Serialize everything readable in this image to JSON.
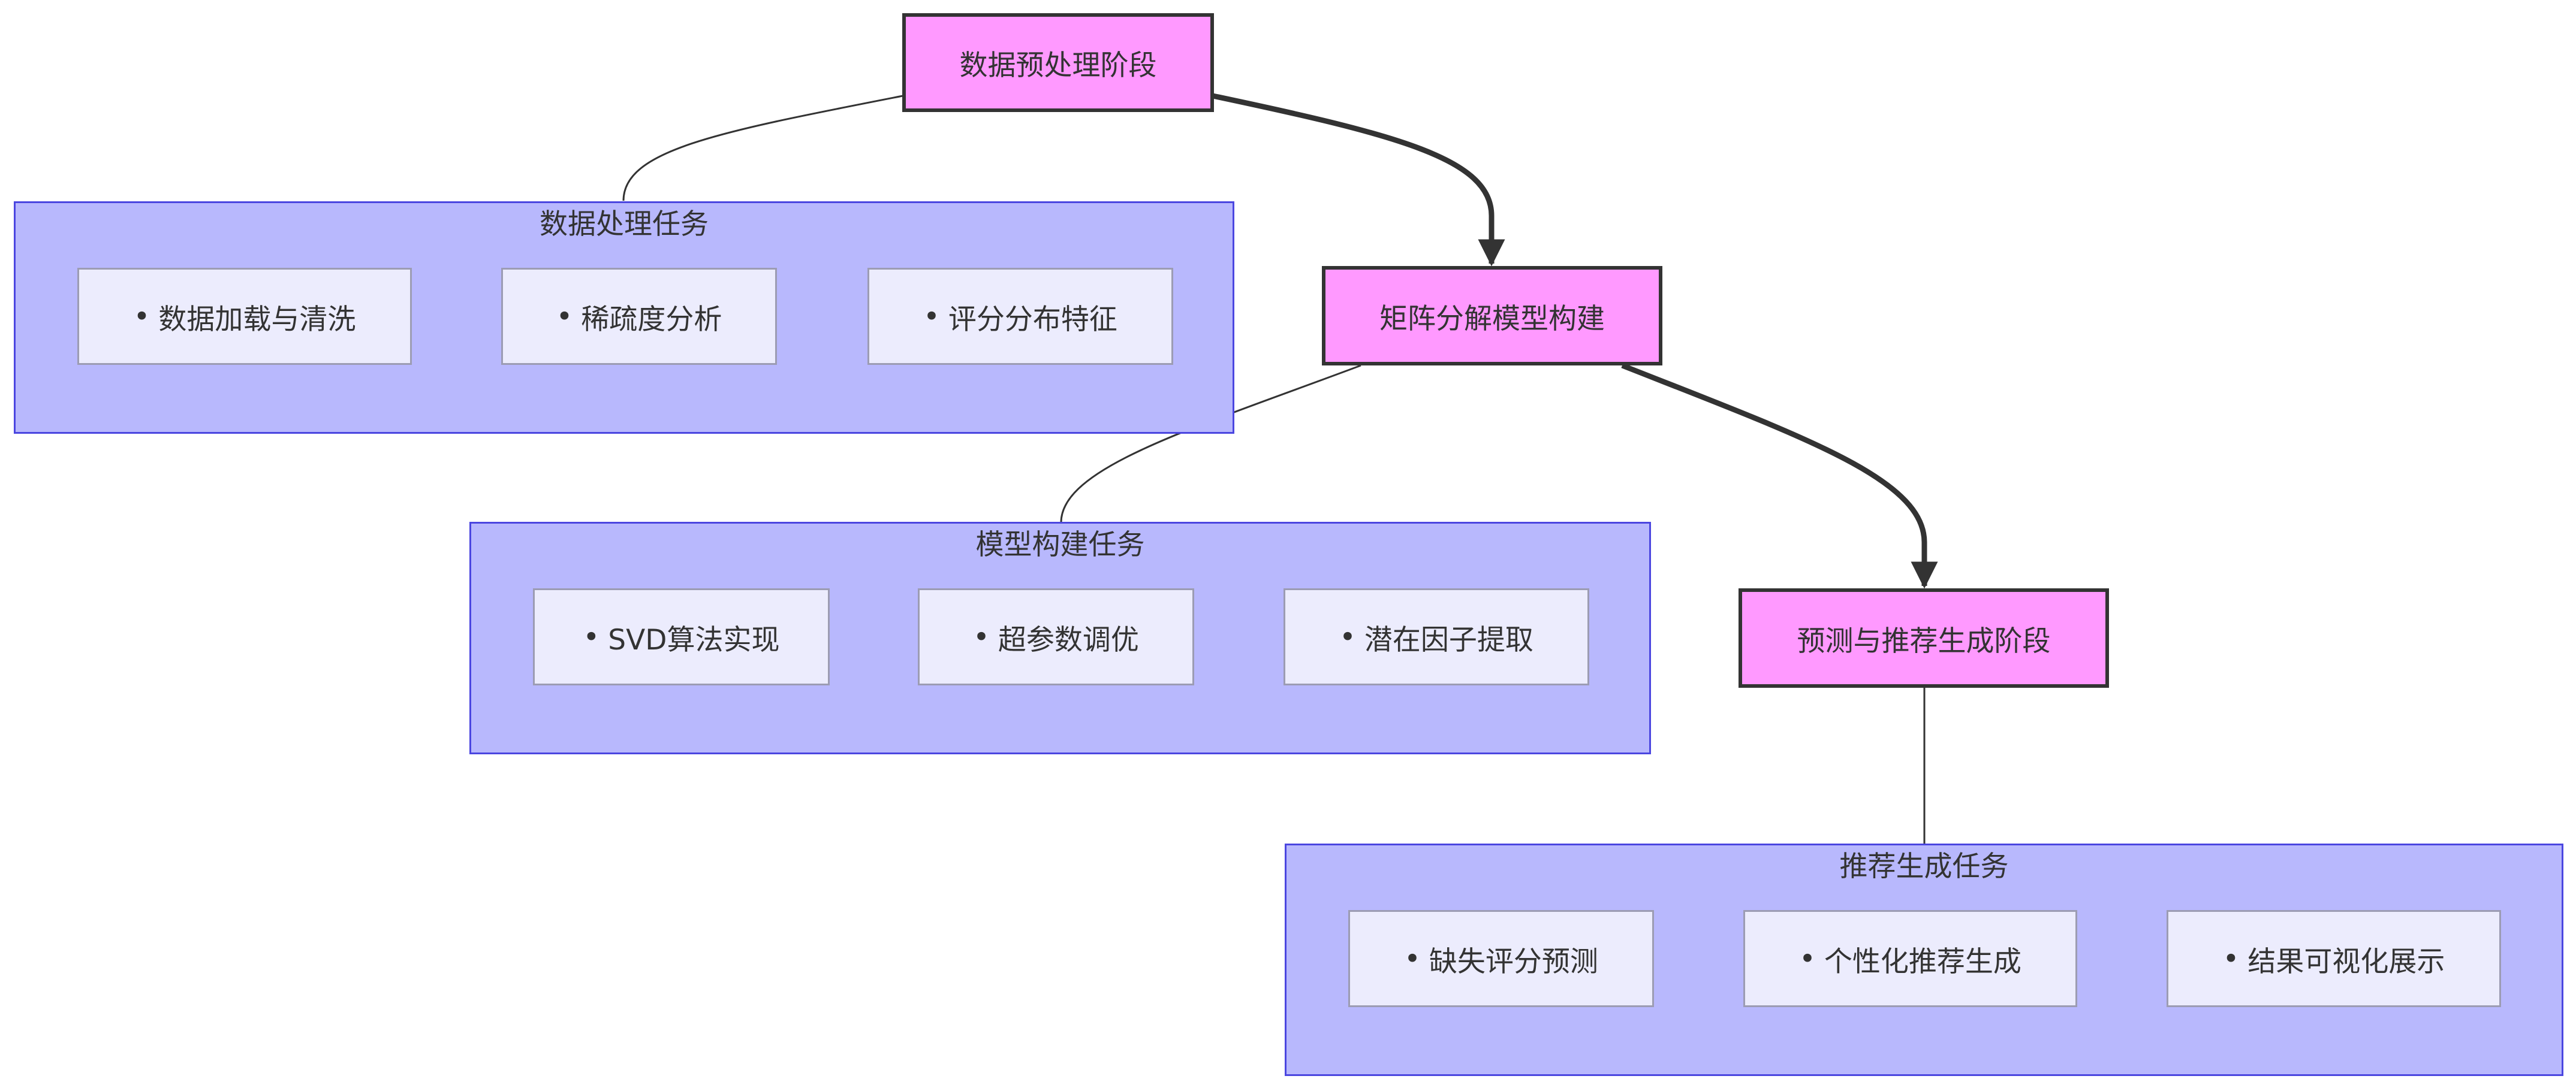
{
  "stages": [
    {
      "id": "s1",
      "label": "数据预处理阶段"
    },
    {
      "id": "s2",
      "label": "矩阵分解模型构建"
    },
    {
      "id": "s3",
      "label": "预测与推荐生成阶段"
    }
  ],
  "groups": [
    {
      "id": "g1",
      "title": "数据处理任务",
      "items": [
        "数据加载与清洗",
        "稀疏度分析",
        "评分分布特征"
      ]
    },
    {
      "id": "g2",
      "title": "模型构建任务",
      "items": [
        "SVD算法实现",
        "超参数调优",
        "潜在因子提取"
      ]
    },
    {
      "id": "g3",
      "title": "推荐生成任务",
      "items": [
        "缺失评分预测",
        "个性化推荐生成",
        "结果可视化展示"
      ]
    }
  ],
  "bullet": "•",
  "colors": {
    "stage_fill": "#ff99ff",
    "stage_border": "#333333",
    "group_fill": "#b8b8fd",
    "group_border": "#4b46e0",
    "task_fill": "#ececfd",
    "task_border": "#9c9cb3",
    "edge": "#333333"
  }
}
